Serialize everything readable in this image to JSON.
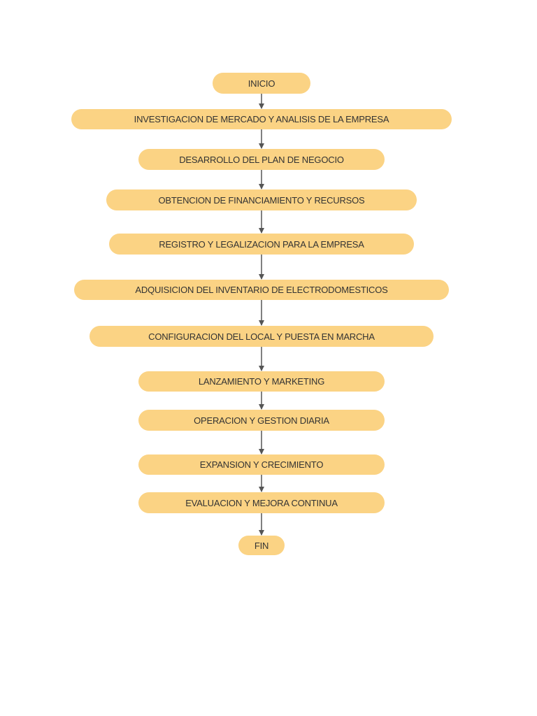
{
  "flowchart": {
    "steps": [
      "INICIO",
      "INVESTIGACION DE MERCADO Y ANALISIS DE LA EMPRESA",
      "DESARROLLO DEL PLAN DE NEGOCIO",
      "OBTENCION DE FINANCIAMIENTO Y RECURSOS",
      "REGISTRO Y LEGALIZACION PARA LA EMPRESA",
      "ADQUISICION DEL INVENTARIO DE ELECTRODOMESTICOS",
      "CONFIGURACION DEL LOCAL Y PUESTA EN MARCHA",
      "LANZAMIENTO Y MARKETING",
      "OPERACION Y GESTION DIARIA",
      "EXPANSION Y CRECIMIENTO",
      "EVALUACION Y MEJORA CONTINUA",
      "FIN"
    ],
    "node_color": "#fbd384",
    "text_color": "#333333",
    "arrow_color": "#555555"
  }
}
